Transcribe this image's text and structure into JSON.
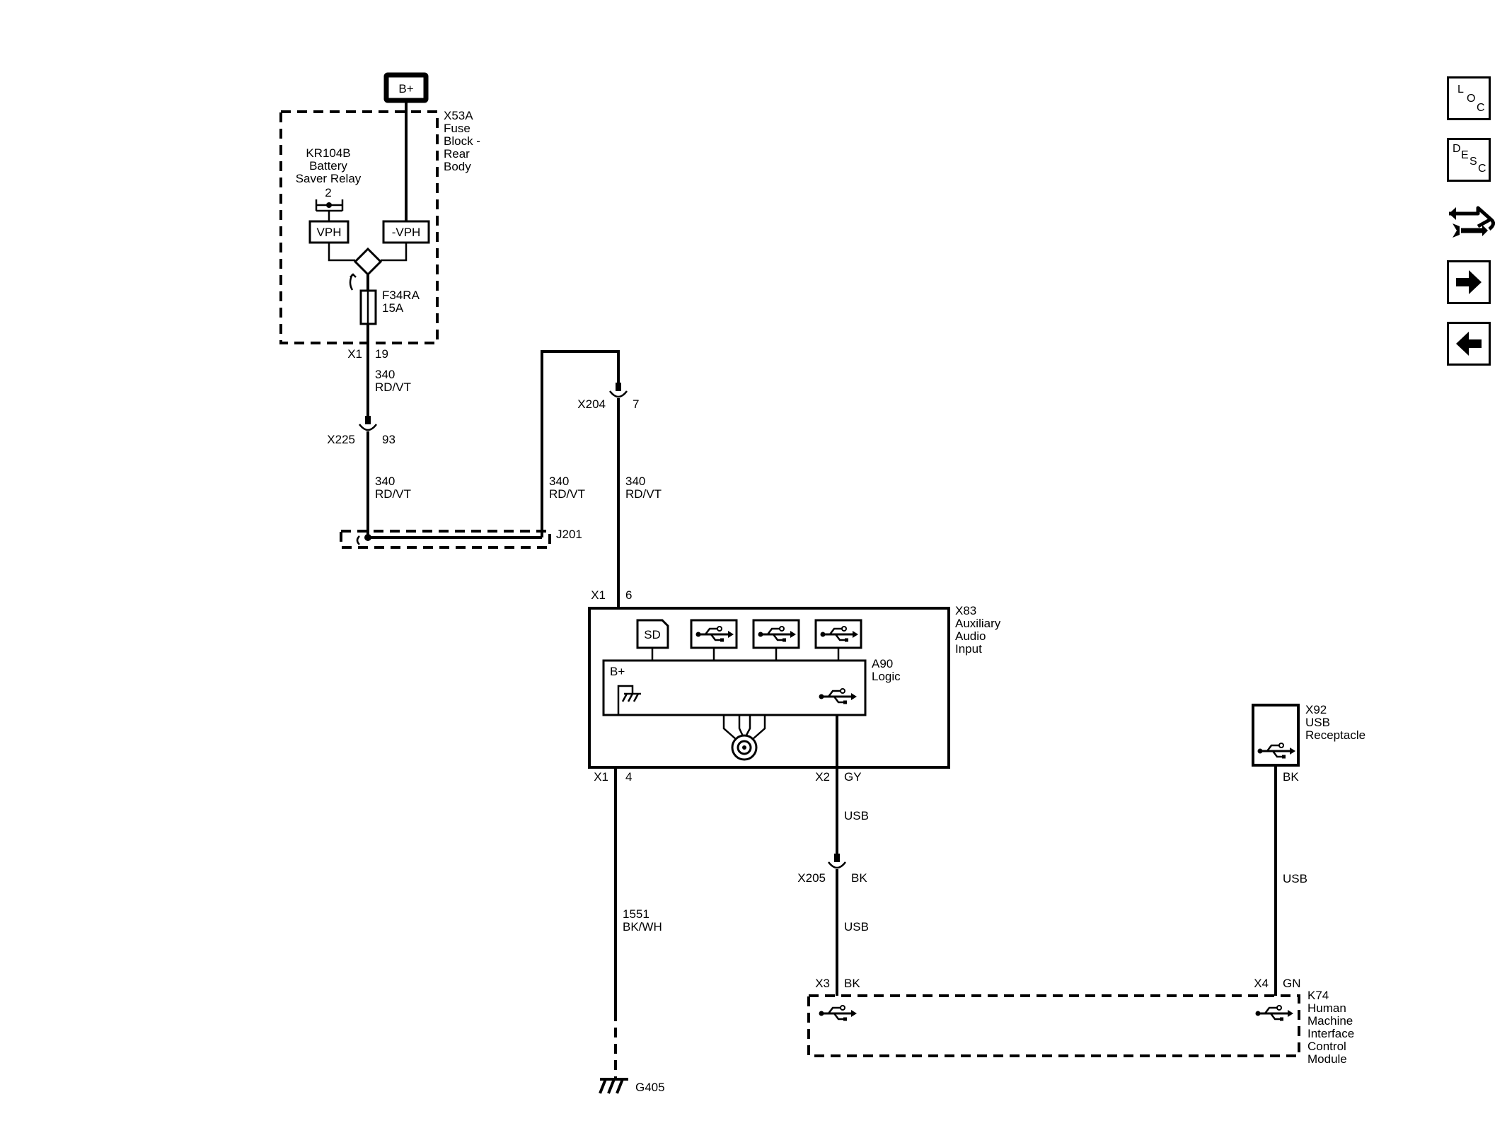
{
  "nav": {
    "loc": [
      "L",
      "O",
      "C"
    ],
    "desc": [
      "D",
      "E",
      "S",
      "C"
    ],
    "service_icon": "wrench-arrows-icon",
    "next_icon": "arrow-right-icon",
    "prev_icon": "arrow-left-icon"
  },
  "power": {
    "label": "B+"
  },
  "fuse_block": {
    "id": "X53A",
    "name_lines": [
      "Fuse",
      "Block -",
      "Rear",
      "Body"
    ],
    "relay": {
      "id": "KR104B",
      "name_lines": [
        "Battery",
        "Saver Relay"
      ],
      "pin": "2"
    },
    "vph": "VPH",
    "neg_vph": "-VPH",
    "fuse": {
      "id": "F34RA",
      "rating": "15A"
    },
    "connector": "X1",
    "pin": "19"
  },
  "wires": {
    "w1": {
      "circuit": "340",
      "color": "RD/VT"
    },
    "w2": {
      "circuit": "340",
      "color": "RD/VT"
    },
    "w3": {
      "circuit": "340",
      "color": "RD/VT"
    },
    "w4": {
      "circuit": "340",
      "color": "RD/VT"
    },
    "ground_wire": {
      "circuit": "1551",
      "color": "BK/WH"
    }
  },
  "inline": {
    "x225": {
      "id": "X225",
      "pin": "93"
    },
    "x204": {
      "id": "X204",
      "pin": "7"
    },
    "x205": {
      "id": "X205",
      "pin": "BK"
    }
  },
  "splice": {
    "id": "J201"
  },
  "aux": {
    "id": "X83",
    "name_lines": [
      "Auxiliary",
      "Audio",
      "Input"
    ],
    "x1_top": {
      "conn": "X1",
      "pin": "6"
    },
    "x1_bottom": {
      "conn": "X1",
      "pin": "4"
    },
    "x2": {
      "conn": "X2",
      "pin": "GY"
    },
    "sd_label": "SD",
    "logic": {
      "id": "A90",
      "name": "Logic",
      "bplus": "B+"
    }
  },
  "usb_wire_labels": {
    "upper": "USB",
    "lower": "USB",
    "right": "USB"
  },
  "ground": {
    "id": "G405"
  },
  "usb_receptacle": {
    "id": "X92",
    "name_lines": [
      "USB",
      "Receptacle"
    ],
    "pin": "BK"
  },
  "hmi": {
    "id": "K74",
    "name_lines": [
      "Human",
      "Machine",
      "Interface",
      "Control",
      "Module"
    ],
    "x3": {
      "conn": "X3",
      "pin": "BK"
    },
    "x4": {
      "conn": "X4",
      "pin": "GN"
    }
  }
}
